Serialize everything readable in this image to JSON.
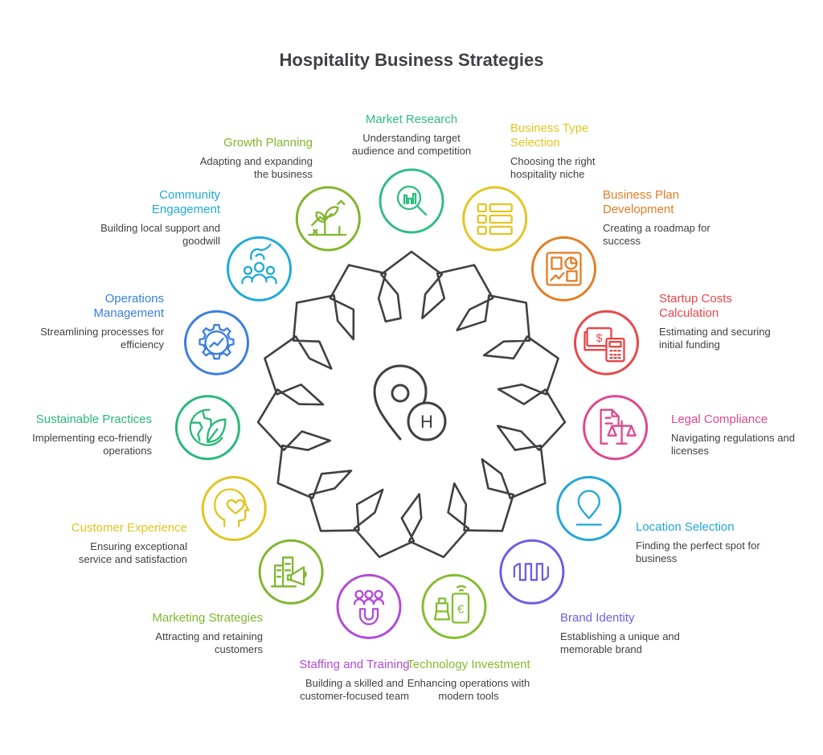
{
  "title": "Hospitality Business Strategies",
  "center": {
    "icon": "hotel-location-pin-icon",
    "letter": "H"
  },
  "strategies": [
    {
      "key": "market-research",
      "title": "Market Research",
      "desc": "Understanding target audience and competition",
      "color": "#2ebd82",
      "icon": "magnifying-glass-icon"
    },
    {
      "key": "business-type-selection",
      "title": "Business Type Selection",
      "desc": "Choosing the right hospitality niche",
      "color": "#e3c521",
      "icon": "list-icon"
    },
    {
      "key": "business-plan-development",
      "title": "Business Plan Development",
      "desc": "Creating a roadmap for success",
      "color": "#e27d25",
      "icon": "dashboard-icon"
    },
    {
      "key": "startup-costs-calculation",
      "title": "Startup Costs Calculation",
      "desc": "Estimating and securing initial funding",
      "color": "#e8464a",
      "icon": "cash-calculator-icon"
    },
    {
      "key": "legal-compliance",
      "title": "Legal Compliance",
      "desc": "Navigating regulations and licenses",
      "color": "#e0468f",
      "icon": "document-scales-icon"
    },
    {
      "key": "location-selection",
      "title": "Location Selection",
      "desc": "Finding the perfect spot for business",
      "color": "#20a7d6",
      "icon": "map-pin-icon"
    },
    {
      "key": "brand-identity",
      "title": "Brand Identity",
      "desc": "Establishing a unique and memorable brand",
      "color": "#6e5ce6",
      "icon": "waveform-icon"
    },
    {
      "key": "technology-investment",
      "title": "Technology Investment",
      "desc": "Enhancing operations with modern tools",
      "color": "#84bd2e",
      "icon": "phone-euro-icon"
    },
    {
      "key": "staffing-and-training",
      "title": "Staffing and Training",
      "desc": "Building a skilled and customer-focused team",
      "color": "#b14ad8",
      "icon": "people-magnet-icon"
    },
    {
      "key": "marketing-strategies",
      "title": "Marketing Strategies",
      "desc": "Attracting and retaining customers",
      "color": "#7fb62e",
      "icon": "megaphone-buildings-icon"
    },
    {
      "key": "customer-experience",
      "title": "Customer Experience",
      "desc": "Ensuring exceptional service and satisfaction",
      "color": "#e0c51e",
      "icon": "head-heart-icon"
    },
    {
      "key": "sustainable-practices",
      "title": "Sustainable Practices",
      "desc": "Implementing eco-friendly operations",
      "color": "#27b877",
      "icon": "globe-leaf-icon"
    },
    {
      "key": "operations-management",
      "title": "Operations Management",
      "desc": "Streamlining processes for efficiency",
      "color": "#3a7fe0",
      "icon": "gear-chart-icon"
    },
    {
      "key": "community-engagement",
      "title": "Community Engagement",
      "desc": "Building local support and goodwill",
      "color": "#1faad8",
      "icon": "community-icon"
    },
    {
      "key": "growth-planning",
      "title": "Growth Planning",
      "desc": "Adapting and expanding the business",
      "color": "#80b62c",
      "icon": "growth-plant-icon"
    }
  ]
}
